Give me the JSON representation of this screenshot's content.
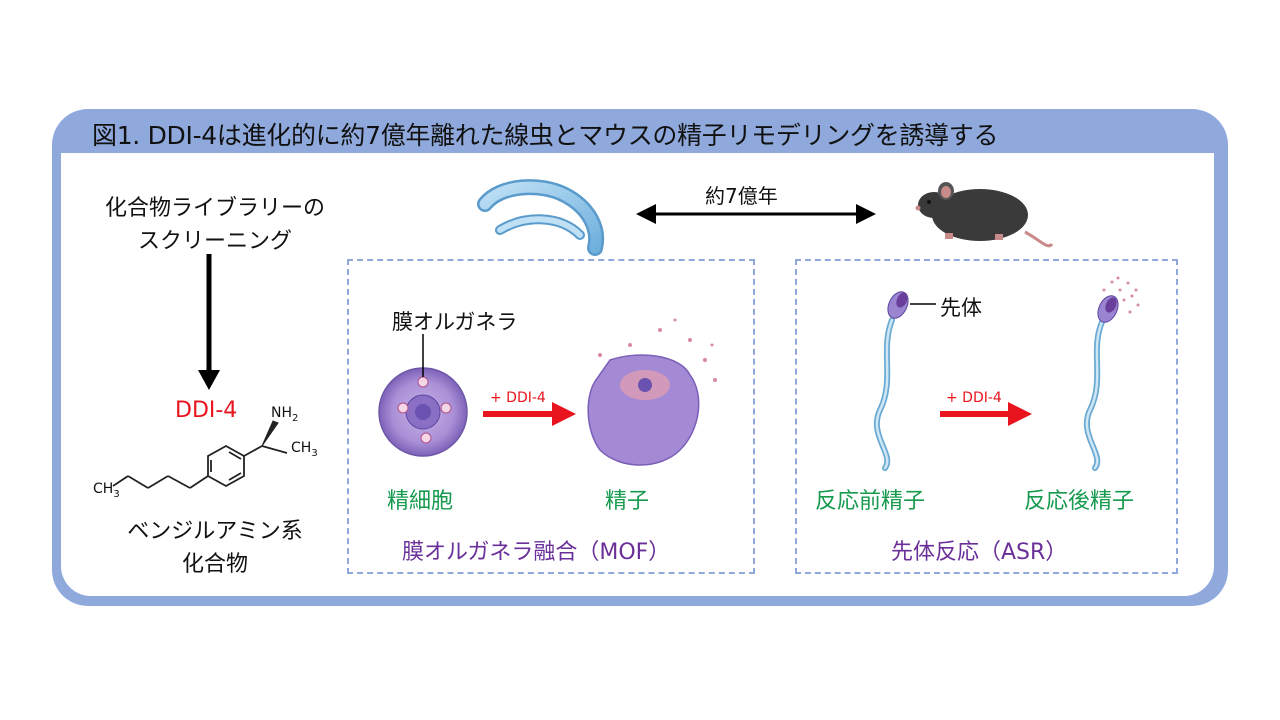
{
  "figure": {
    "title": "図1. DDI-4は進化的に約7億年離れた線虫とマウスの精子リモデリングを誘導する"
  },
  "screening": {
    "line1": "化合物ライブラリーの",
    "line2": "スクリーニング",
    "compound": "DDI-4",
    "nh2": "NH",
    "nh2_sub": "2",
    "ch3_right": "CH",
    "ch3_right_sub": "3",
    "ch3_left": "CH",
    "ch3_left_sub": "3",
    "class_line1": "ベンジルアミン系",
    "class_line2": "化合物"
  },
  "evolution": {
    "distance": "約7億年"
  },
  "mof": {
    "organelle_label": "膜オルガネラ",
    "treatment": "+ DDI-4",
    "before": "精細胞",
    "after": "精子",
    "process": "膜オルガネラ融合（MOF）"
  },
  "asr": {
    "acrosome_label": "先体",
    "treatment": "+ DDI-4",
    "before": "反応前精子",
    "after": "反応後精子",
    "process": "先体反応（ASR）"
  },
  "colors": {
    "frame": "#8fa9dc",
    "compound": "#e8141e",
    "cell_labels": "#159a4e",
    "process_labels": "#6a2f98",
    "arrow": "#e8141e"
  }
}
